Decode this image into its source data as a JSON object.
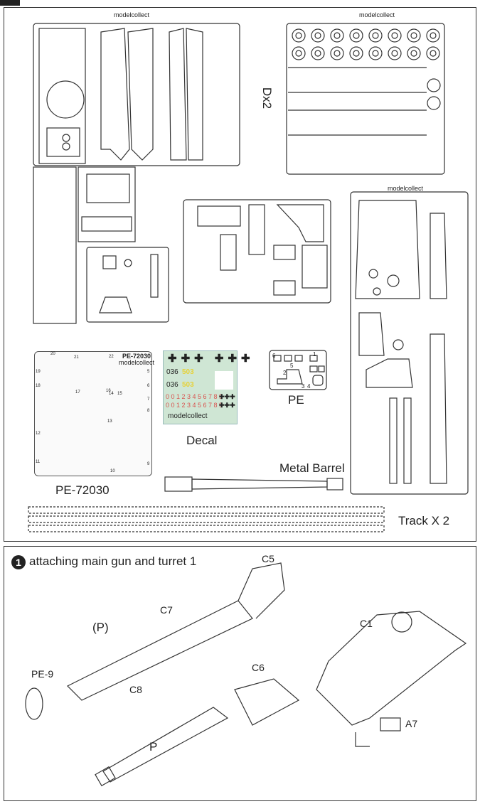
{
  "parts_panel": {
    "sprue_d_label": "Dx2",
    "sprue_brand": "modelcollect",
    "pe_sheet": {
      "code": "PE-72030",
      "brand": "modelcollect",
      "caption": "PE-72030",
      "part_numbers": [
        "20",
        "21",
        "22",
        "19",
        "5",
        "18",
        "16",
        "6",
        "17",
        "14",
        "15",
        "7",
        "8",
        "13",
        "12",
        "11",
        "10",
        "9"
      ]
    },
    "decal": {
      "caption": "Decal",
      "hull_numbers": [
        "036",
        "036"
      ],
      "tactical_numbers": [
        "503",
        "503"
      ],
      "digit_rows": [
        "0 0 1 2 3 4 5 6 7 8 9",
        "0 0 1 2 3 4 5 6 7 8 9"
      ],
      "brand": "modelcollect",
      "background_color": "#cfe6d4",
      "number_color": "#d9534f",
      "yellow_color": "#e6d23a"
    },
    "pe_small": {
      "caption": "PE",
      "part_numbers": [
        "6",
        "1",
        "5",
        "2",
        "3",
        "4"
      ]
    },
    "metal_barrel_label": "Metal Barrel",
    "track_label": "Track X 2"
  },
  "step1": {
    "number": "1",
    "title": "attaching main gun and turret 1",
    "callouts": {
      "c5": "C5",
      "c7": "C7",
      "p_paren": "(P)",
      "c8": "C8",
      "pe9": "PE-9",
      "c1": "C1",
      "c6": "C6",
      "p": "P",
      "a7": "A7"
    }
  }
}
